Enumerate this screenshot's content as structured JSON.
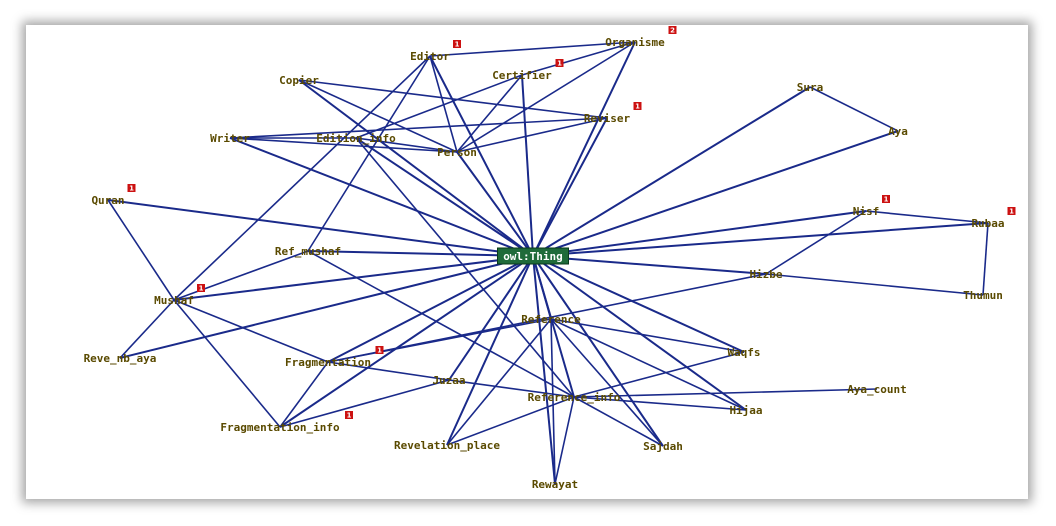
{
  "graph": {
    "root": "owl:Thing",
    "colors": {
      "edge": "#1a2a8a",
      "label": "#5a4a00",
      "root_bg": "#1f6b3a",
      "badge": "#cc1111"
    },
    "nodes": [
      {
        "id": "Editor",
        "label": "Editor",
        "badge": "1"
      },
      {
        "id": "Organisme",
        "label": "Organisme",
        "badge": "2"
      },
      {
        "id": "Copier",
        "label": "Copier"
      },
      {
        "id": "Certifier",
        "label": "Certifier",
        "badge": "1"
      },
      {
        "id": "Sura",
        "label": "Sura"
      },
      {
        "id": "Aya",
        "label": "Aya"
      },
      {
        "id": "Reviser",
        "label": "Reviser",
        "badge": "1"
      },
      {
        "id": "Writer",
        "label": "Writer"
      },
      {
        "id": "Edition_info",
        "label": "Edition_info"
      },
      {
        "id": "Person",
        "label": "Person"
      },
      {
        "id": "Quran",
        "label": "Quran",
        "badge": "1"
      },
      {
        "id": "Nisf",
        "label": "Nisf",
        "badge": "1"
      },
      {
        "id": "Rubaa",
        "label": "Rubaa",
        "badge": "1"
      },
      {
        "id": "Ref_mushaf",
        "label": "Ref_mushaf"
      },
      {
        "id": "owl:Thing",
        "label": "owl:Thing",
        "root": true
      },
      {
        "id": "Hizbe",
        "label": "Hizbe"
      },
      {
        "id": "Thumun",
        "label": "Thumun"
      },
      {
        "id": "Mushaf",
        "label": "Mushaf",
        "badge": "1"
      },
      {
        "id": "Reference",
        "label": "Reference"
      },
      {
        "id": "Reve_nb_aya",
        "label": "Reve_nb_aya"
      },
      {
        "id": "Waqfs",
        "label": "Waqfs"
      },
      {
        "id": "Fragmentation",
        "label": "Fragmentation",
        "badge": "1"
      },
      {
        "id": "Juzaa",
        "label": "Juzaa"
      },
      {
        "id": "Aya_count",
        "label": "Aya_count"
      },
      {
        "id": "Reference_info",
        "label": "Reference_info"
      },
      {
        "id": "Hijaa",
        "label": "Hijaa"
      },
      {
        "id": "Fragmentation_info",
        "label": "Fragmentation_info",
        "badge": "1"
      },
      {
        "id": "Revelation_place",
        "label": "Revelation_place"
      },
      {
        "id": "Sajdah",
        "label": "Sajdah"
      },
      {
        "id": "Rewayat",
        "label": "Rewayat"
      }
    ],
    "edges": [
      [
        "owl:Thing",
        "Editor"
      ],
      [
        "owl:Thing",
        "Organisme"
      ],
      [
        "owl:Thing",
        "Certifier"
      ],
      [
        "owl:Thing",
        "Copier"
      ],
      [
        "owl:Thing",
        "Writer"
      ],
      [
        "owl:Thing",
        "Edition_info"
      ],
      [
        "owl:Thing",
        "Person"
      ],
      [
        "owl:Thing",
        "Reviser"
      ],
      [
        "owl:Thing",
        "Aya"
      ],
      [
        "owl:Thing",
        "Sura"
      ],
      [
        "owl:Thing",
        "Quran"
      ],
      [
        "owl:Thing",
        "Nisf"
      ],
      [
        "owl:Thing",
        "Rubaa"
      ],
      [
        "owl:Thing",
        "Ref_mushaf"
      ],
      [
        "owl:Thing",
        "Hizbe"
      ],
      [
        "owl:Thing",
        "Mushaf"
      ],
      [
        "owl:Thing",
        "Reference"
      ],
      [
        "owl:Thing",
        "Reve_nb_aya"
      ],
      [
        "owl:Thing",
        "Waqfs"
      ],
      [
        "owl:Thing",
        "Fragmentation"
      ],
      [
        "owl:Thing",
        "Juzaa"
      ],
      [
        "owl:Thing",
        "Reference_info"
      ],
      [
        "owl:Thing",
        "Hijaa"
      ],
      [
        "owl:Thing",
        "Fragmentation_info"
      ],
      [
        "owl:Thing",
        "Revelation_place"
      ],
      [
        "owl:Thing",
        "Sajdah"
      ],
      [
        "owl:Thing",
        "Rewayat"
      ],
      [
        "Editor",
        "Organisme"
      ],
      [
        "Editor",
        "Person"
      ],
      [
        "Editor",
        "Mushaf"
      ],
      [
        "Editor",
        "Ref_mushaf"
      ],
      [
        "Organisme",
        "Certifier"
      ],
      [
        "Organisme",
        "Person"
      ],
      [
        "Copier",
        "Person"
      ],
      [
        "Copier",
        "Reviser"
      ],
      [
        "Certifier",
        "Person"
      ],
      [
        "Certifier",
        "Edition_info"
      ],
      [
        "Reviser",
        "Writer"
      ],
      [
        "Reviser",
        "Person"
      ],
      [
        "Writer",
        "Edition_info"
      ],
      [
        "Writer",
        "Person"
      ],
      [
        "Edition_info",
        "Person"
      ],
      [
        "Edition_info",
        "Reference_info"
      ],
      [
        "Sura",
        "Aya"
      ],
      [
        "Quran",
        "Mushaf"
      ],
      [
        "Nisf",
        "Rubaa"
      ],
      [
        "Nisf",
        "Hizbe"
      ],
      [
        "Rubaa",
        "Thumun"
      ],
      [
        "Hizbe",
        "Thumun"
      ],
      [
        "Hizbe",
        "Fragmentation"
      ],
      [
        "Ref_mushaf",
        "Mushaf"
      ],
      [
        "Ref_mushaf",
        "Reference_info"
      ],
      [
        "Mushaf",
        "Reve_nb_aya"
      ],
      [
        "Mushaf",
        "Fragmentation_info"
      ],
      [
        "Mushaf",
        "Fragmentation"
      ],
      [
        "Reference",
        "Fragmentation"
      ],
      [
        "Reference",
        "Waqfs"
      ],
      [
        "Reference",
        "Sajdah"
      ],
      [
        "Reference",
        "Rewayat"
      ],
      [
        "Reference",
        "Hijaa"
      ],
      [
        "Reference",
        "Revelation_place"
      ],
      [
        "Fragmentation",
        "Juzaa"
      ],
      [
        "Fragmentation",
        "Fragmentation_info"
      ],
      [
        "Juzaa",
        "Reference_info"
      ],
      [
        "Juzaa",
        "Fragmentation_info"
      ],
      [
        "Waqfs",
        "Reference_info"
      ],
      [
        "Reference_info",
        "Aya_count"
      ],
      [
        "Reference_info",
        "Hijaa"
      ],
      [
        "Reference_info",
        "Sajdah"
      ],
      [
        "Reference_info",
        "Revelation_place"
      ],
      [
        "Reference_info",
        "Rewayat"
      ]
    ]
  }
}
